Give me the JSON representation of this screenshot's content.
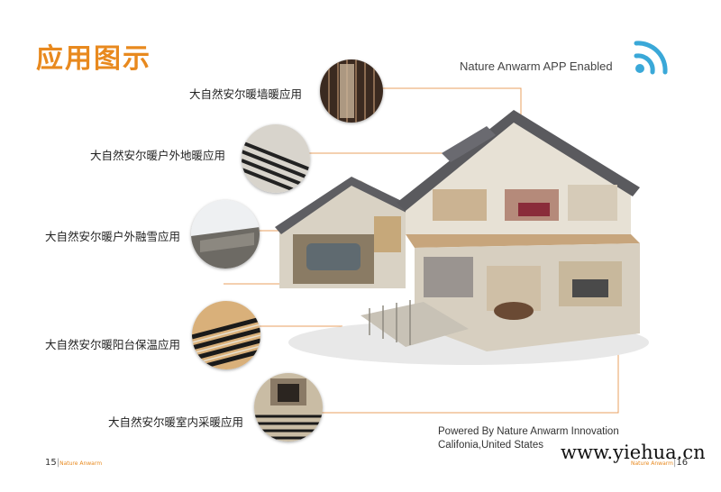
{
  "page": {
    "title": "应用图示",
    "app_enabled": "Nature Anwarm APP Enabled",
    "accent_color": "#e8891e",
    "icon": "wifi-icon"
  },
  "applications": [
    {
      "label": "大自然安尔暖墙暖应用",
      "image": "wall-panel-photo"
    },
    {
      "label": "大自然安尔暖户外地暖应用",
      "image": "outdoor-floor-heating-photo"
    },
    {
      "label": "大自然安尔暖户外融雪应用",
      "image": "snow-melting-photo"
    },
    {
      "label": "大自然安尔暖阳台保温应用",
      "image": "balcony-heating-photo"
    },
    {
      "label": "大自然安尔暖室内采暖应用",
      "image": "indoor-heating-photo"
    }
  ],
  "powered_by": {
    "line1": "Powered By Nature Anwarm Innovation",
    "line2": "Califonia,United States"
  },
  "footer": {
    "left_page": "15",
    "right_page": "16",
    "brand": "Nature Anwarm",
    "watermark": "www.yiehua.cn"
  }
}
